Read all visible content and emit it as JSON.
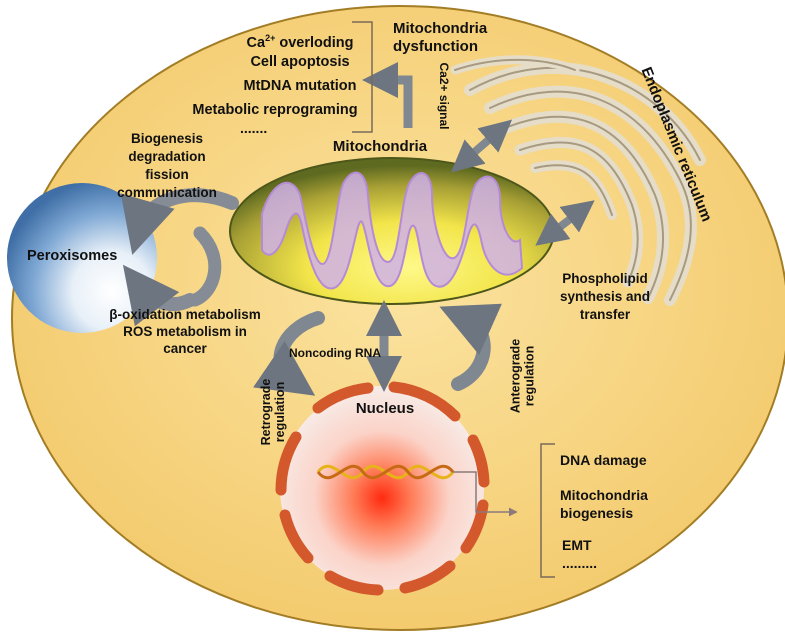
{
  "labels": {
    "mito_dysfunction_1": "Mitochondria",
    "mito_dysfunction_2": "dysfunction",
    "ca_overloading_base": "Ca",
    "ca_overloading_sup": "2+",
    "ca_overloading_rest": " overloding",
    "cell_apoptosis": "Cell apoptosis",
    "mtdna_mutation": "MtDNA mutation",
    "metabolic_reprogramming": "Metabolic reprograming",
    "dots_top": ".......",
    "ca2_signal": "Ca2+ signal",
    "endoplasmic_reticulum": "Endoplasmic reticulum",
    "biogenesis": "Biogenesis",
    "degradation": "degradation",
    "fission": "fission",
    "communication": "communication",
    "mitochondria": "Mitochondria",
    "peroxisomes": "Peroxisomes",
    "beta_oxidation": "β-oxidation metabolism",
    "ros_metabolism": "ROS metabolism in",
    "cancer": "cancer",
    "phospholipid_1": "Phospholipid",
    "phospholipid_2": "synthesis and",
    "phospholipid_3": "transfer",
    "noncoding_rna": "Noncoding RNA",
    "retrograde_1": "Retrograde",
    "retrograde_2": "regulation",
    "anterograde_1": "Anterograde",
    "anterograde_2": "regulation",
    "nucleus": "Nucleus",
    "dna_damage": "DNA damage",
    "mito_biogenesis_1": "Mitochondria",
    "mito_biogenesis_2": "biogenesis",
    "emt": "EMT",
    "dots_bottom": "........."
  },
  "colors": {
    "cell_fill": "#f6d27a",
    "cell_stroke": "#a07a20",
    "mito_outer": "#6f7a22",
    "mito_inner": "#f7ec4e",
    "cristae": "#c9a6e3",
    "nucleus_ring": "#d9532c",
    "nucleus_glow": "#ff3b1a",
    "arrow_grey": "#7f8791",
    "peroxisome": "#5d8fc4",
    "er_stroke": "#9a8d7a"
  }
}
